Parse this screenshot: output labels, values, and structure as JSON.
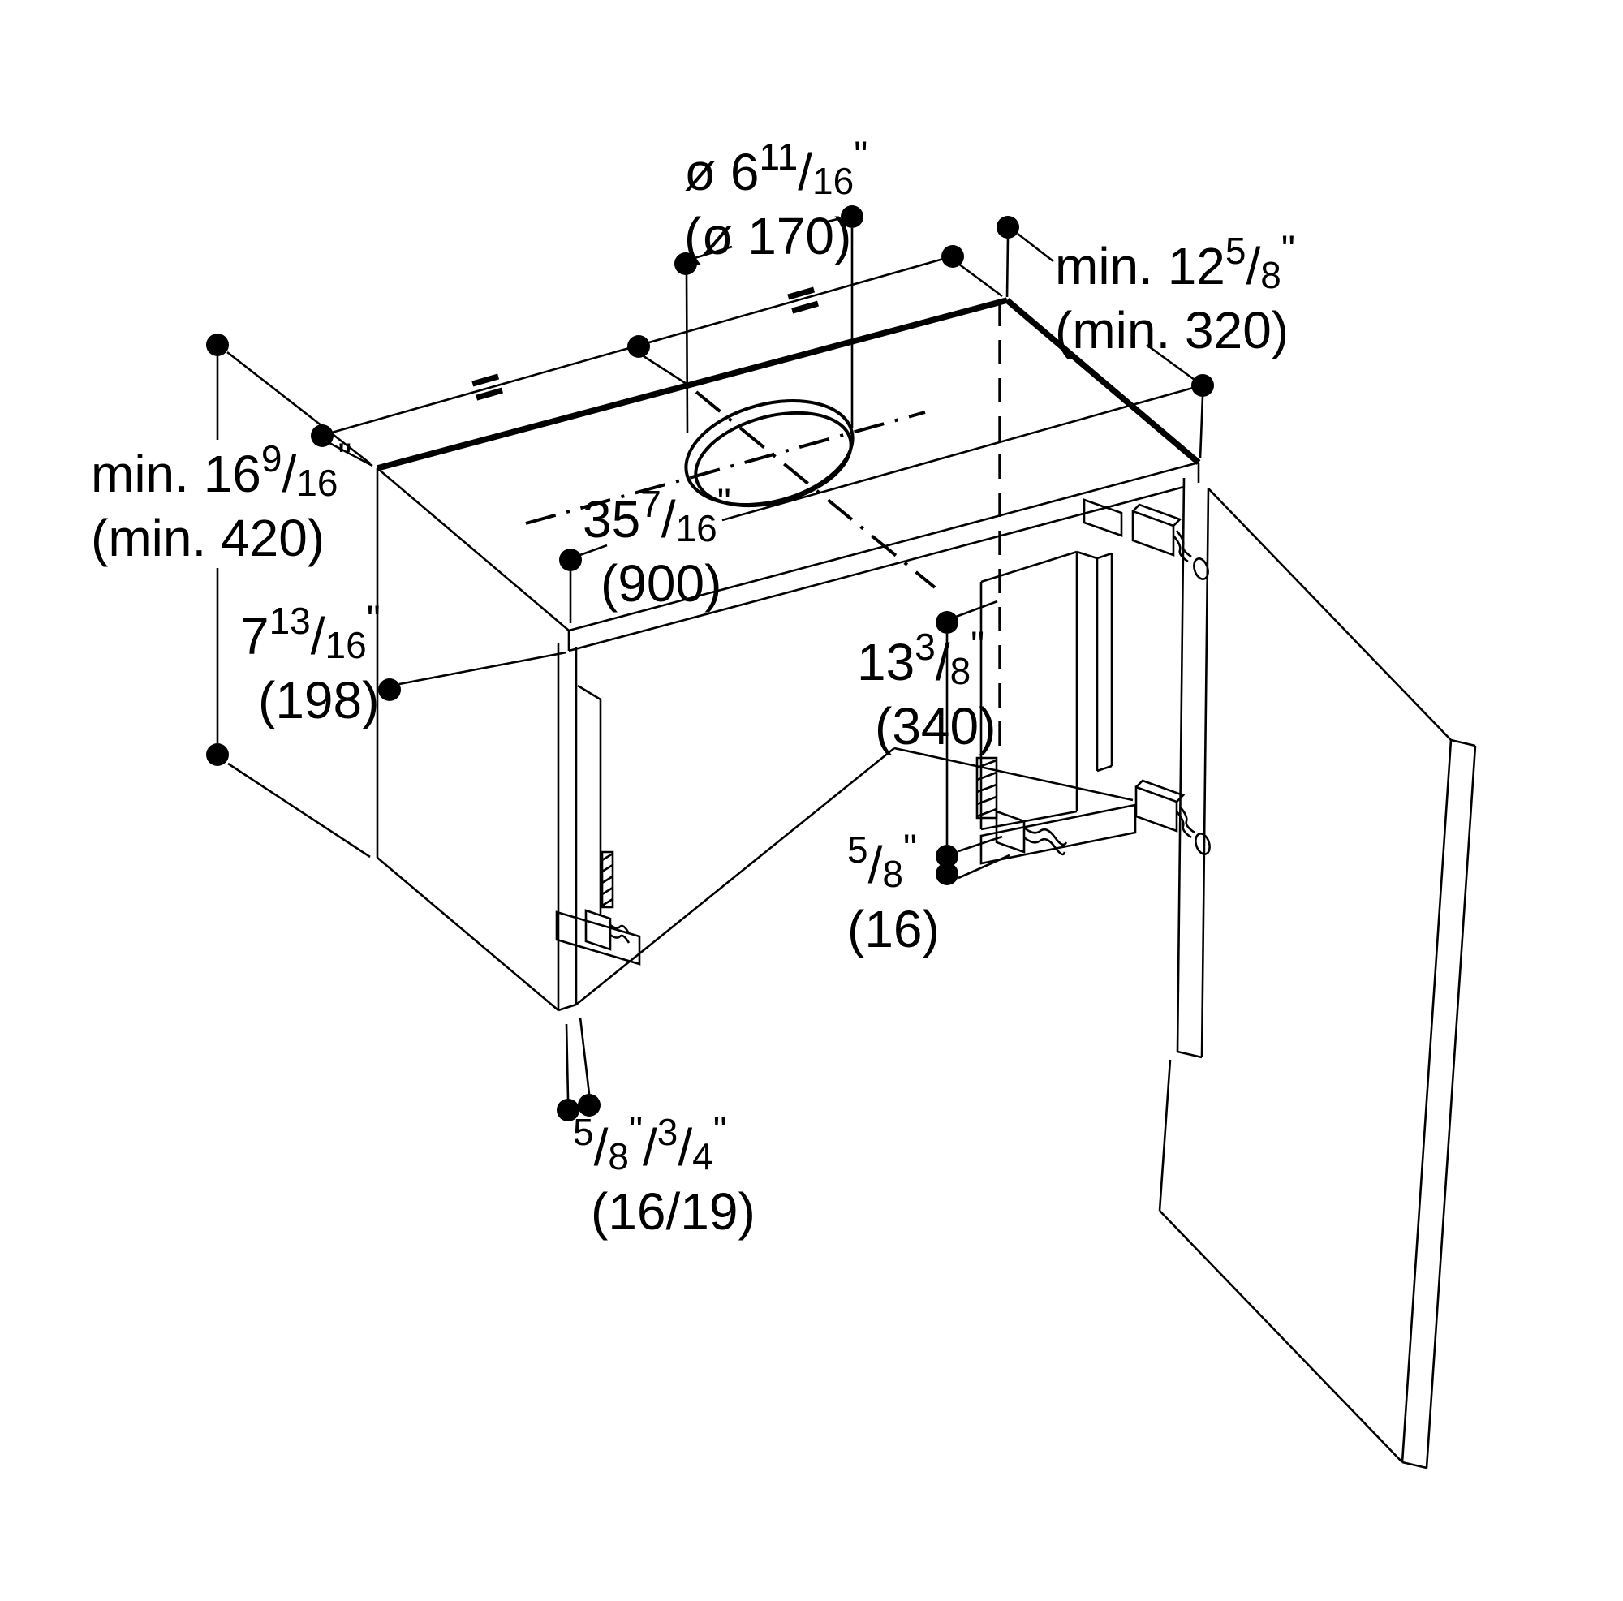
{
  "colors": {
    "ink": "#000000",
    "background": "#ffffff"
  },
  "labels": {
    "equal": "=",
    "duct": {
      "prefix": "ø ",
      "whole": "6",
      "num": "11",
      "den": "16",
      "unit": "\"",
      "metric": "(ø 170)"
    },
    "depth": {
      "prefix": "min. ",
      "whole": "12",
      "num": "5",
      "den": "8",
      "unit": "\"",
      "metric": "(min. 320)"
    },
    "height": {
      "prefix": "min. ",
      "whole": "16",
      "num": "9",
      "den": "16",
      "unit": "\"",
      "metric": "(min. 420)"
    },
    "width": {
      "whole": "35",
      "num": "7",
      "den": "16",
      "unit": "\"",
      "metric": "(900)"
    },
    "top_section": {
      "whole": "7",
      "num": "13",
      "den": "16",
      "unit": "\"",
      "metric": "(198)"
    },
    "blower_height": {
      "whole": "13",
      "num": "3",
      "den": "8",
      "unit": "\"",
      "metric": "(340)"
    },
    "shelf_thickness": {
      "num": "5",
      "den": "8",
      "unit": "\"",
      "metric": "(16)"
    },
    "bottom_thickness": {
      "num": "5",
      "den": "8",
      "unit": "\"",
      "slash": "/",
      "num2": "3",
      "den2": "4",
      "unit2": "\"",
      "metric": "(16/19)"
    }
  }
}
